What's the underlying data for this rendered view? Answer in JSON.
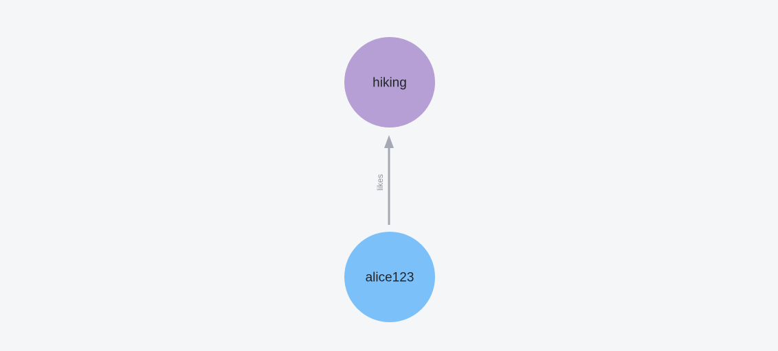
{
  "canvas": {
    "background_color": "#f5f6f7"
  },
  "graph": {
    "nodes": [
      {
        "id": "hiking",
        "label": "hiking",
        "color": "#b69fd4",
        "text_color": "#212529"
      },
      {
        "id": "alice123",
        "label": "alice123",
        "color": "#7cc0f9",
        "text_color": "#212529"
      }
    ],
    "edges": [
      {
        "label": "likes",
        "from": "alice123",
        "to": "hiking",
        "color": "#a6a9b4",
        "label_color": "#90949c"
      }
    ]
  }
}
